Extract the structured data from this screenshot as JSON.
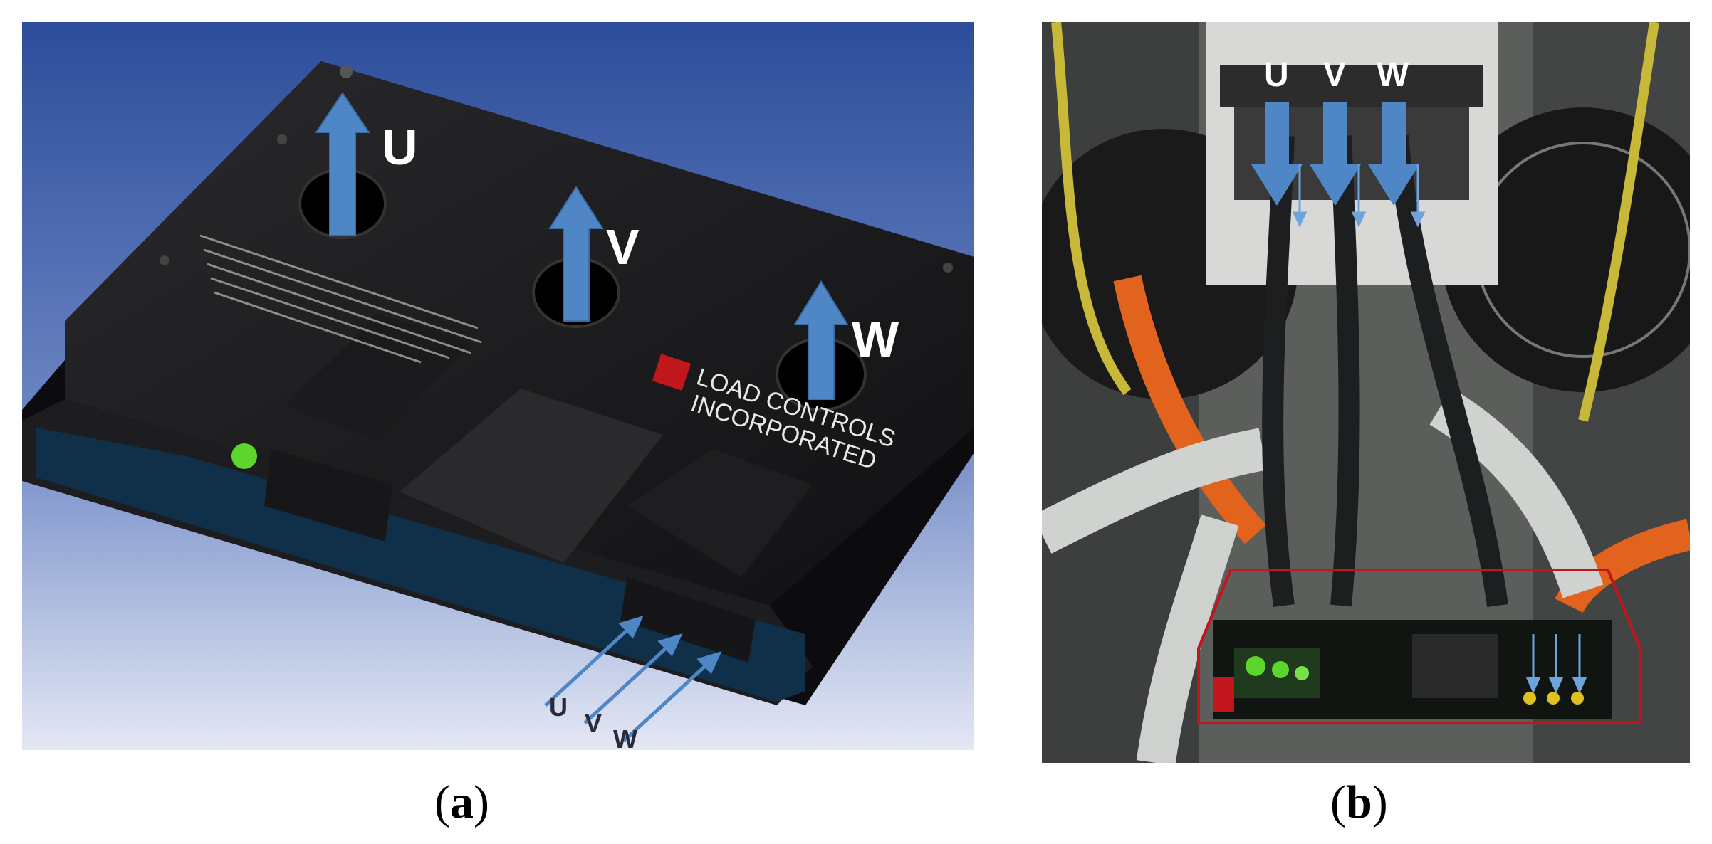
{
  "panels": [
    {
      "caption_letter": "a",
      "brand_line1": "LOAD CONTROLS",
      "brand_line2": "INCORPORATED",
      "labels_top": [
        "U",
        "V",
        "W"
      ],
      "labels_bottom": [
        "U",
        "V",
        "W"
      ]
    },
    {
      "caption_letter": "b",
      "labels_top": [
        "U",
        "V",
        "W"
      ]
    }
  ],
  "colors": {
    "arrow_blue": "#4f86c6",
    "highlight_red": "#c0161c",
    "led_green": "#5dd62c",
    "cable_orange": "#e2631e"
  }
}
